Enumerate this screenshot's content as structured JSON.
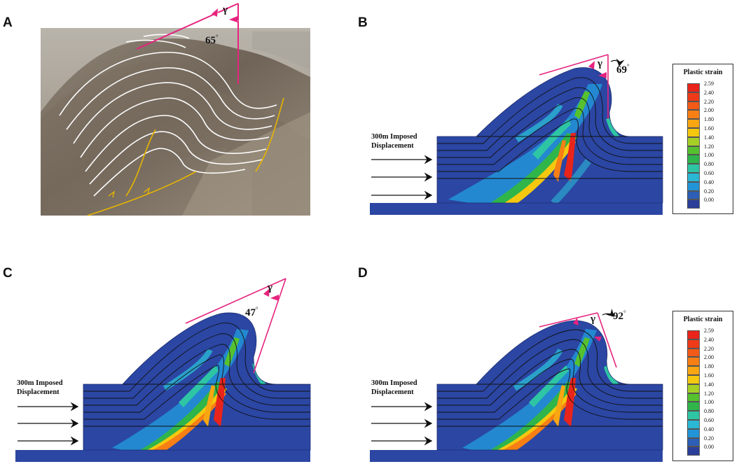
{
  "panels": [
    {
      "letter": "A",
      "angle": "65",
      "angle_symbol": "°",
      "gamma": "γ"
    },
    {
      "letter": "B",
      "angle": "69",
      "angle_symbol": "°",
      "gamma": "γ"
    },
    {
      "letter": "C",
      "angle": "47",
      "angle_symbol": "°",
      "gamma": "γ"
    },
    {
      "letter": "D",
      "angle": "92",
      "angle_symbol": "°",
      "gamma": "γ"
    }
  ],
  "displacement_label": [
    "300m Imposed",
    "Displacement"
  ],
  "legend": {
    "title": "Plastic strain",
    "entries": [
      {
        "label": "2.59",
        "color": "#e8241b"
      },
      {
        "label": "2.40",
        "color": "#ee3a19"
      },
      {
        "label": "2.20",
        "color": "#f35a17"
      },
      {
        "label": "2.00",
        "color": "#f77f14"
      },
      {
        "label": "1.80",
        "color": "#f8a611"
      },
      {
        "label": "1.60",
        "color": "#f5c80f"
      },
      {
        "label": "1.40",
        "color": "#a6cf26"
      },
      {
        "label": "1.20",
        "color": "#56c12e"
      },
      {
        "label": "1.00",
        "color": "#2fb54a"
      },
      {
        "label": "0.80",
        "color": "#2ec5a4"
      },
      {
        "label": "0.60",
        "color": "#2ab8d5"
      },
      {
        "label": "0.40",
        "color": "#2294d8"
      },
      {
        "label": "0.20",
        "color": "#2c5fb5"
      },
      {
        "label": "0.00",
        "color": "#2b3f9a"
      }
    ]
  },
  "colors": {
    "model_blue": "#2b46a3",
    "magenta": "#e6237e",
    "fault_yellow": "#e7b400"
  }
}
